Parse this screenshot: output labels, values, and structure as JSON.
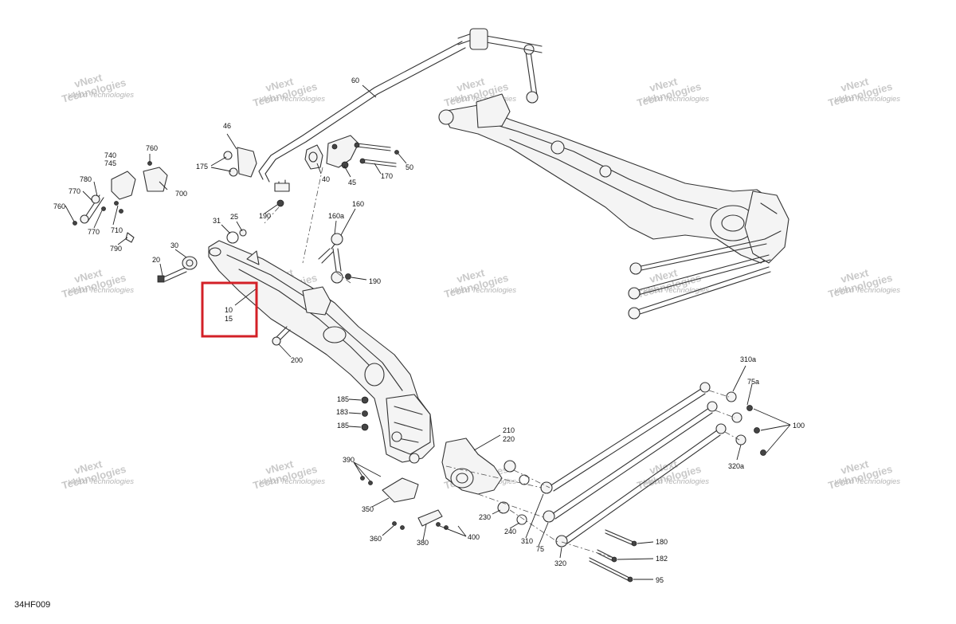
{
  "diagram": {
    "figure_id": "34HF009",
    "watermark_line1": "vNext",
    "watermark_line2": "Technologies",
    "watermark_small": "vNext Technologies",
    "highlight_color": "#d32027",
    "highlighted_labels": [
      "10",
      "15"
    ],
    "callouts": [
      {
        "text": "60"
      },
      {
        "text": "46"
      },
      {
        "text": "175"
      },
      {
        "text": "40"
      },
      {
        "text": "45"
      },
      {
        "text": "170"
      },
      {
        "text": "50"
      },
      {
        "text": "190"
      },
      {
        "text": "740"
      },
      {
        "text": "745"
      },
      {
        "text": "760"
      },
      {
        "text": "780"
      },
      {
        "text": "770"
      },
      {
        "text": "700"
      },
      {
        "text": "760"
      },
      {
        "text": "770"
      },
      {
        "text": "710"
      },
      {
        "text": "790"
      },
      {
        "text": "31"
      },
      {
        "text": "25"
      },
      {
        "text": "30"
      },
      {
        "text": "20"
      },
      {
        "text": "160a"
      },
      {
        "text": "160"
      },
      {
        "text": "190"
      },
      {
        "text": "200"
      },
      {
        "text": "185"
      },
      {
        "text": "183"
      },
      {
        "text": "185"
      },
      {
        "text": "210"
      },
      {
        "text": "220"
      },
      {
        "text": "390"
      },
      {
        "text": "350"
      },
      {
        "text": "360"
      },
      {
        "text": "380"
      },
      {
        "text": "400"
      },
      {
        "text": "230"
      },
      {
        "text": "240"
      },
      {
        "text": "310"
      },
      {
        "text": "75"
      },
      {
        "text": "320"
      },
      {
        "text": "310a"
      },
      {
        "text": "75a"
      },
      {
        "text": "100"
      },
      {
        "text": "320a"
      },
      {
        "text": "180"
      },
      {
        "text": "182"
      },
      {
        "text": "95"
      }
    ]
  }
}
